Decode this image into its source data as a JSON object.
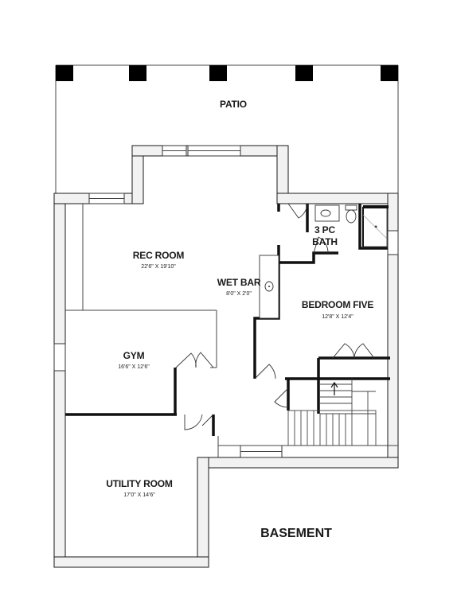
{
  "plan": {
    "title": "BASEMENT",
    "rooms": {
      "patio": {
        "name": "PATIO"
      },
      "rec_room": {
        "name": "REC ROOM",
        "dims": "22'6\" X 19'10\""
      },
      "wet_bar": {
        "name": "WET BAR",
        "dims": "8'0\" X 2'0\""
      },
      "bath": {
        "name_line1": "3 PC",
        "name_line2": "BATH"
      },
      "bedroom_five": {
        "name": "BEDROOM FIVE",
        "dims": "12'8\" X 12'4\""
      },
      "gym": {
        "name": "GYM",
        "dims": "16'6\" X 12'6\""
      },
      "utility_room": {
        "name": "UTILITY ROOM",
        "dims": "17'0\" X 14'6\""
      }
    }
  }
}
